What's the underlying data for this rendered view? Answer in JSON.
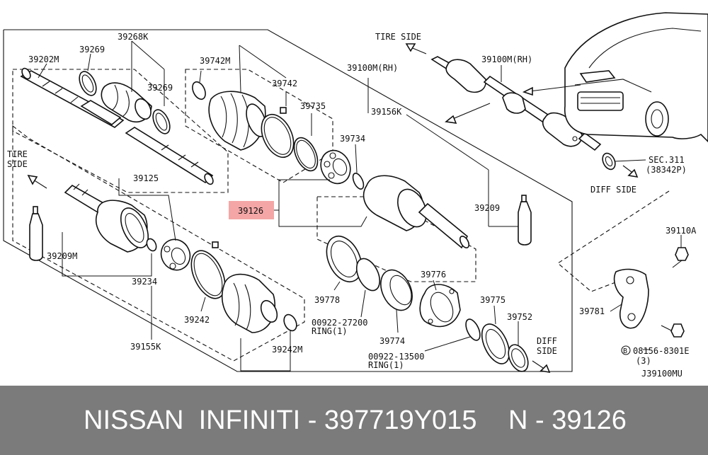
{
  "labels": {
    "tire_side_top": "TIRE SIDE",
    "tire_side_left_1": "TIRE",
    "tire_side_left_2": "SIDE",
    "diff_side_right": "DIFF SIDE",
    "diff_side_bottom_1": "DIFF",
    "diff_side_bottom_2": "SIDE",
    "p39202M": "39202M",
    "p39269a": "39269",
    "p39268K": "39268K",
    "p39269b": "39269",
    "p39742M": "39742M",
    "p39742": "39742",
    "p39735": "39735",
    "p39100M_a": "39100M(RH)",
    "p39100M_b": "39100M(RH)",
    "p39156K": "39156K",
    "p39734": "39734",
    "p39126": "39126",
    "p39125": "39125",
    "p39209": "39209",
    "p39209M": "39209M",
    "p39234": "39234",
    "p39242": "39242",
    "p39155K": "39155K",
    "p39242M": "39242M",
    "p39778": "39778",
    "p00922_27200": "00922-27200",
    "ring1a": "RING(1)",
    "p39776": "39776",
    "p39774": "39774",
    "p00922_13500": "00922-13500",
    "ring1b": "RING(1)",
    "p39775": "39775",
    "p39752": "39752",
    "sec311": "SEC.311",
    "p38342P": "(38342P)",
    "p39110A": "39110A",
    "p39781": "39781",
    "p08156": "08156-8301E",
    "qty3": "(3)",
    "b_mark": "B",
    "diagram_code": "J39100MU"
  },
  "footer": {
    "left": "NISSAN  INFINITI - 397719Y015",
    "right": "N - 39126"
  },
  "colors": {
    "highlight": "#f4a6a6",
    "footer_bg": "#7b7b7b",
    "footer_text": "#ffffff"
  }
}
